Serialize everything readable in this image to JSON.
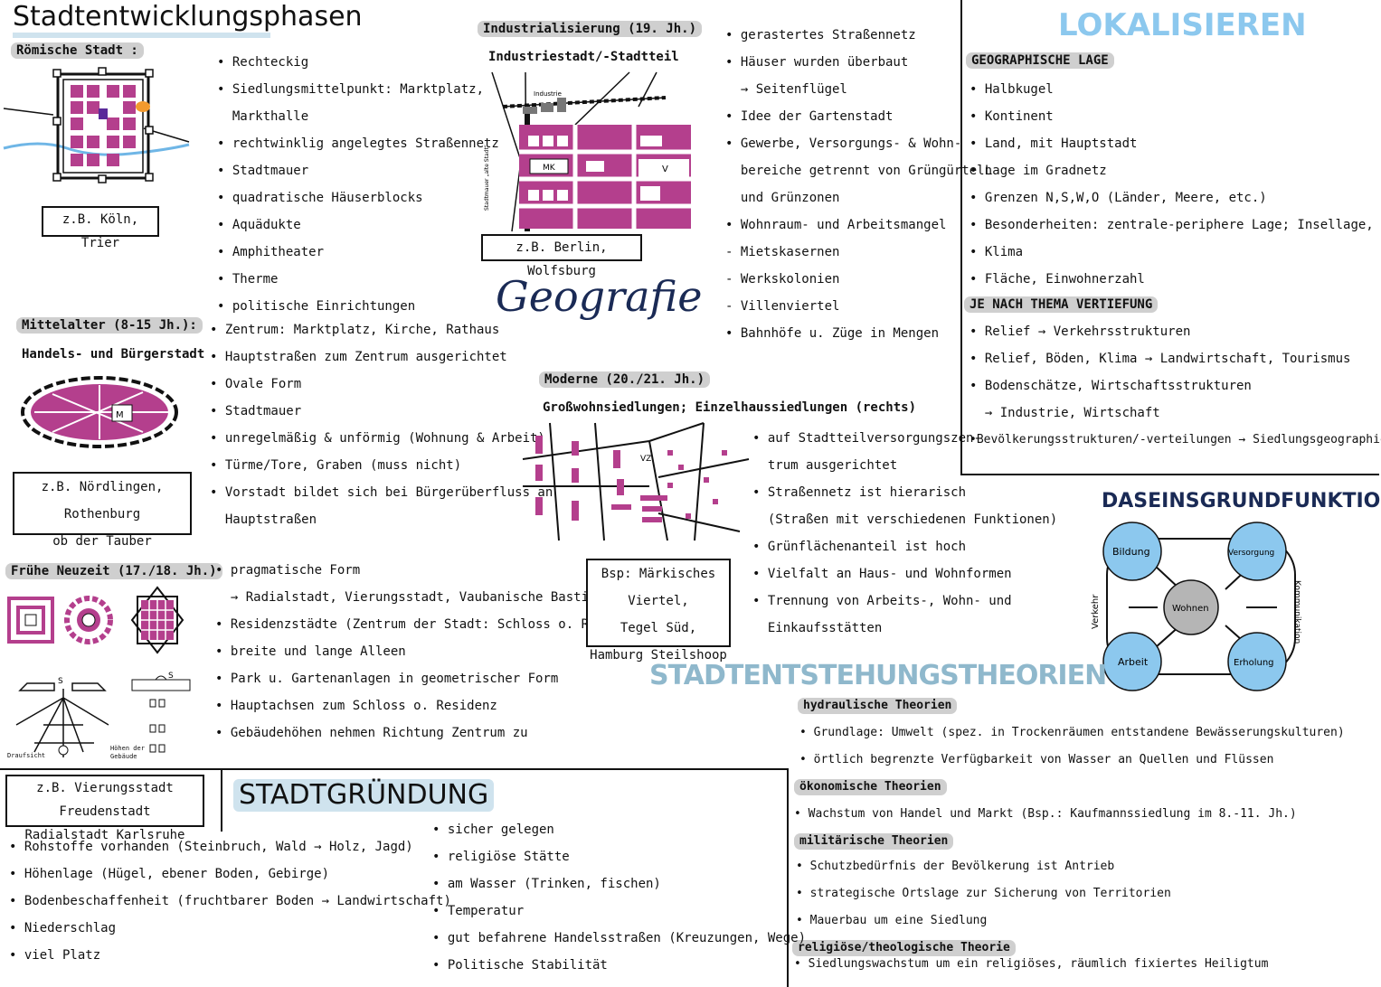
{
  "title": "Stadtentwicklungsphasen",
  "geografie": "Geografie",
  "roman": {
    "heading": "Römische Stadt :",
    "example": "z.B. Köln, Trier",
    "items": [
      "Rechteckig",
      "Siedlungsmittelpunkt: Marktplatz,",
      "Markthalle",
      "rechtwinklig angelegtes Straßennetz",
      "Stadtmauer",
      "quadratische Häuserblocks",
      "Aquädukte",
      "Amphitheater",
      "Therme",
      "politische Einrichtungen"
    ]
  },
  "medieval": {
    "heading": "Mittelalter (8-15 Jh.):",
    "subheading": "Handels- und Bürgerstadt",
    "example1": "z.B. Nördlingen, Rothenburg",
    "example2": "ob der Tauber",
    "map_label": "M",
    "items": [
      "Zentrum: Marktplatz, Kirche, Rathaus",
      "Hauptstraßen zum Zentrum ausgerichtet",
      "Ovale Form",
      "Stadtmauer",
      "unregelmäßig & unförmig (Wohnung & Arbeit)",
      "Türme/Tore, Graben (muss nicht)",
      "Vorstadt bildet sich bei Bürgerüberfluss an",
      "Hauptstraßen"
    ]
  },
  "early_modern": {
    "heading": "Frühe Neuzeit (17./18. Jh.)",
    "example1": "z.B. Vierungsstadt Freudenstadt",
    "example2": "Radialstadt Karlsruhe",
    "fig_draufsicht": "Draufsicht",
    "fig_hoehen": "Höhen der Gebäude",
    "items": [
      "pragmatische Form",
      "→ Radialstadt, Vierungsstadt, Vaubanische Bastion",
      "Residenzstädte (Zentrum der Stadt: Schloss o. Residenz)",
      "breite und lange Alleen",
      "Park u. Gartenanlagen in geometrischer Form",
      "Hauptachsen zum Schloss o. Residenz",
      "Gebäudehöhen nehmen Richtung Zentrum zu"
    ]
  },
  "industrial": {
    "heading": "Industrialisierung (19. Jh.)",
    "subheading": "Industriestadt/-Stadtteil",
    "example": "z.B. Berlin, Wolfsburg",
    "map_industrie": "Industrie",
    "map_mk": "MK",
    "map_v": "V",
    "map_side": "Stadtmauer „alte Stadt“",
    "items": [
      "gerastertes Straßennetz",
      "Häuser wurden überbaut",
      "→ Seitenflügel",
      "Idee der Gartenstadt",
      "Gewerbe, Versorgungs- & Wohn-",
      "bereiche getrennt von Grüngürteln",
      "und Grünzonen",
      "Wohnraum- und Arbeitsmangel",
      "- Mietskasernen",
      "- Werkskolonien",
      "- Villenviertel",
      "Bahnhöfe u. Züge in Mengen"
    ]
  },
  "modern": {
    "heading": "Moderne (20./21. Jh.)",
    "subheading": "Großwohnsiedlungen; Einzelhaussiedlungen (rechts)",
    "example1": "Bsp: Märkisches Viertel,",
    "example2": "Tegel Süd,",
    "example3": "Hamburg Steilshoop",
    "map_vz": "VZ",
    "items": [
      "auf Stadtteilversorgungszen-",
      "trum ausgerichtet",
      "Straßennetz ist hierarisch",
      "(Straßen mit verschiedenen Funktionen)",
      "Grünflächenanteil ist hoch",
      "Vielfalt an Haus- und Wohnformen",
      "Trennung von Arbeits-, Wohn- und",
      "Einkaufsstätten"
    ]
  },
  "lokalisieren": {
    "title": "LOKALISIEREN",
    "heading1": "GEOGRAPHISCHE LAGE",
    "items1": [
      "Halbkugel",
      "Kontinent",
      "Land, mit Hauptstadt",
      "Lage im Gradnetz",
      "Grenzen N,S,W,O (Länder, Meere, etc.)",
      "Besonderheiten: zentrale-periphere Lage; Insellage, Größe",
      "Klima",
      "Fläche, Einwohnerzahl"
    ],
    "heading2": "JE NACH THEMA VERTIEFUNG",
    "items2": [
      "Relief → Verkehrsstrukturen",
      "Relief, Böden, Klima → Landwirtschaft, Tourismus",
      "Bodenschätze, Wirtschaftsstrukturen",
      "→ Industrie, Wirtschaft",
      "Bevölkerungsstrukturen/-verteilungen → Siedlungsgeographie"
    ]
  },
  "daseins": {
    "title": "DASEINSGRUNDFUNKTIONEN",
    "bildung": "Bildung",
    "versorgung": "Versorgung",
    "wohnen": "Wohnen",
    "arbeit": "Arbeit",
    "erholung": "Erholung",
    "verkehr": "Verkehr",
    "kommunikation": "Kommunikation",
    "circle_color": "#8cc8ee",
    "center_color": "#b5b5b5"
  },
  "theorien": {
    "title": "STADTENTSTEHUNGSTHEORIEN",
    "hydraulic": "hydraulische Theorien",
    "hydraulic_items": [
      "Grundlage: Umwelt (spez. in Trockenräumen entstandene Bewässerungskulturen)",
      "örtlich begrenzte Verfügbarkeit von Wasser an Quellen und Flüssen"
    ],
    "economic": "ökonomische Theorien",
    "economic_items": [
      "Wachstum von Handel und Markt (Bsp.: Kaufmannssiedlung im 8.-11. Jh.)"
    ],
    "military": "militärische Theorien",
    "military_items": [
      "Schutzbedürfnis der Bevölkerung ist Antrieb",
      "strategische Ortslage zur Sicherung von Territorien",
      "Mauerbau um eine Siedlung"
    ],
    "religious": "religiöse/theologische Theorie",
    "religious_items": [
      "Siedlungswachstum um ein religiöses, räumlich fixiertes Heiligtum"
    ]
  },
  "gruendung": {
    "title": "STADTGRÜNDUNG",
    "left_items": [
      "Rohstoffe vorhanden (Steinbruch, Wald → Holz, Jagd)",
      "Höhenlage (Hügel, ebener Boden, Gebirge)",
      "Bodenbeschaffenheit (fruchtbarer Boden → Landwirtschaft)",
      "Niederschlag",
      "viel Platz"
    ],
    "right_items": [
      "sicher gelegen",
      "religiöse Stätte",
      "am Wasser (Trinken, fischen)",
      "Temperatur",
      "gut befahrene Handelsstraßen (Kreuzungen, Wege)",
      "Politische Stabilität"
    ]
  },
  "colors": {
    "pink": "#b43f8d",
    "blue": "#8cc8ee",
    "grey": "#cfcfcf"
  }
}
